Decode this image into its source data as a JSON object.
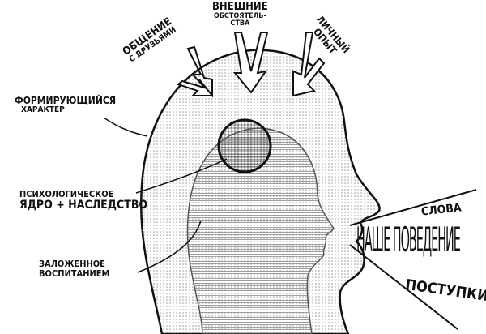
{
  "influences": {
    "friends": {
      "line1": "общение",
      "line2": "с друзьями"
    },
    "circumstances": {
      "line1": "внешние",
      "line2": "обстоятель-",
      "line3": "ства"
    },
    "experience": {
      "line1": "личный",
      "line2": "опыт"
    }
  },
  "layers": {
    "forming": {
      "line1": "формирующийся",
      "line2": "характер"
    },
    "core": {
      "line1": "психологическое",
      "line2": "ядро + наследство"
    },
    "upbringing": {
      "line1": "заложенное",
      "line2": "воспитанием"
    }
  },
  "output": {
    "words": "слова",
    "behavior": "наше поведение",
    "deeds": "поступки"
  },
  "colors": {
    "ink": "#111111",
    "dots": "#9a9a9a",
    "lines": "#8a8a8a"
  }
}
